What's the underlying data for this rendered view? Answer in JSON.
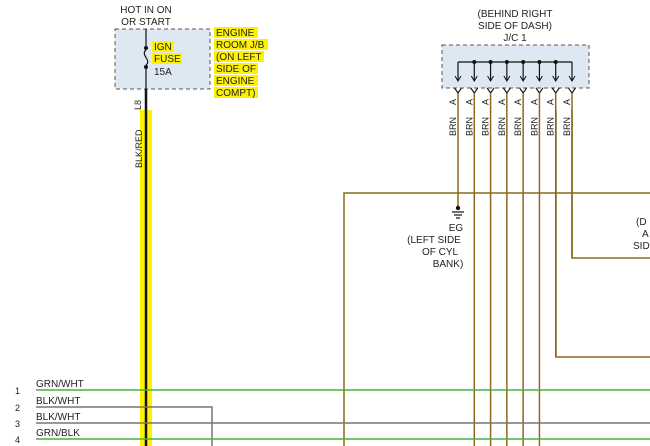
{
  "power_source": {
    "lines": [
      "HOT IN ON",
      "OR START"
    ]
  },
  "fuse": {
    "name_lines": [
      "IGN",
      "FUSE"
    ],
    "rating": "15A",
    "location_lines": [
      "ENGINE",
      "ROOM J/B",
      "(ON LEFT",
      "SIDE OF",
      "ENGINE",
      "COMPT)"
    ]
  },
  "main_wire": {
    "circuit": "L8",
    "color_code": "BLK/RED"
  },
  "junction_connector": {
    "location_lines": [
      "(BEHIND RIGHT",
      "SIDE OF DASH)"
    ],
    "name": "J/C 1",
    "pin_label": "A",
    "pin_count": 8,
    "wire_label": "BRN"
  },
  "ground": {
    "lines": [
      "EG",
      "(LEFT SIDE",
      "OF CYL",
      "BANK)"
    ]
  },
  "right_partial_label": {
    "lines": [
      "(D",
      "A",
      "SID"
    ]
  },
  "harness_wires": [
    {
      "number": "1",
      "color": "GRN/WHT"
    },
    {
      "number": "2",
      "color": "BLK/WHT"
    },
    {
      "number": "3",
      "color": "BLK/WHT"
    },
    {
      "number": "4",
      "color": "GRN/BLK"
    }
  ],
  "colors": {
    "main_wire": "#111111",
    "highlight": "#fff200",
    "brown_wire": "#8a6a1c",
    "green_wire": "#4caf3a",
    "gray_wire": "#777777",
    "connector_fill": "#dde8f2"
  }
}
